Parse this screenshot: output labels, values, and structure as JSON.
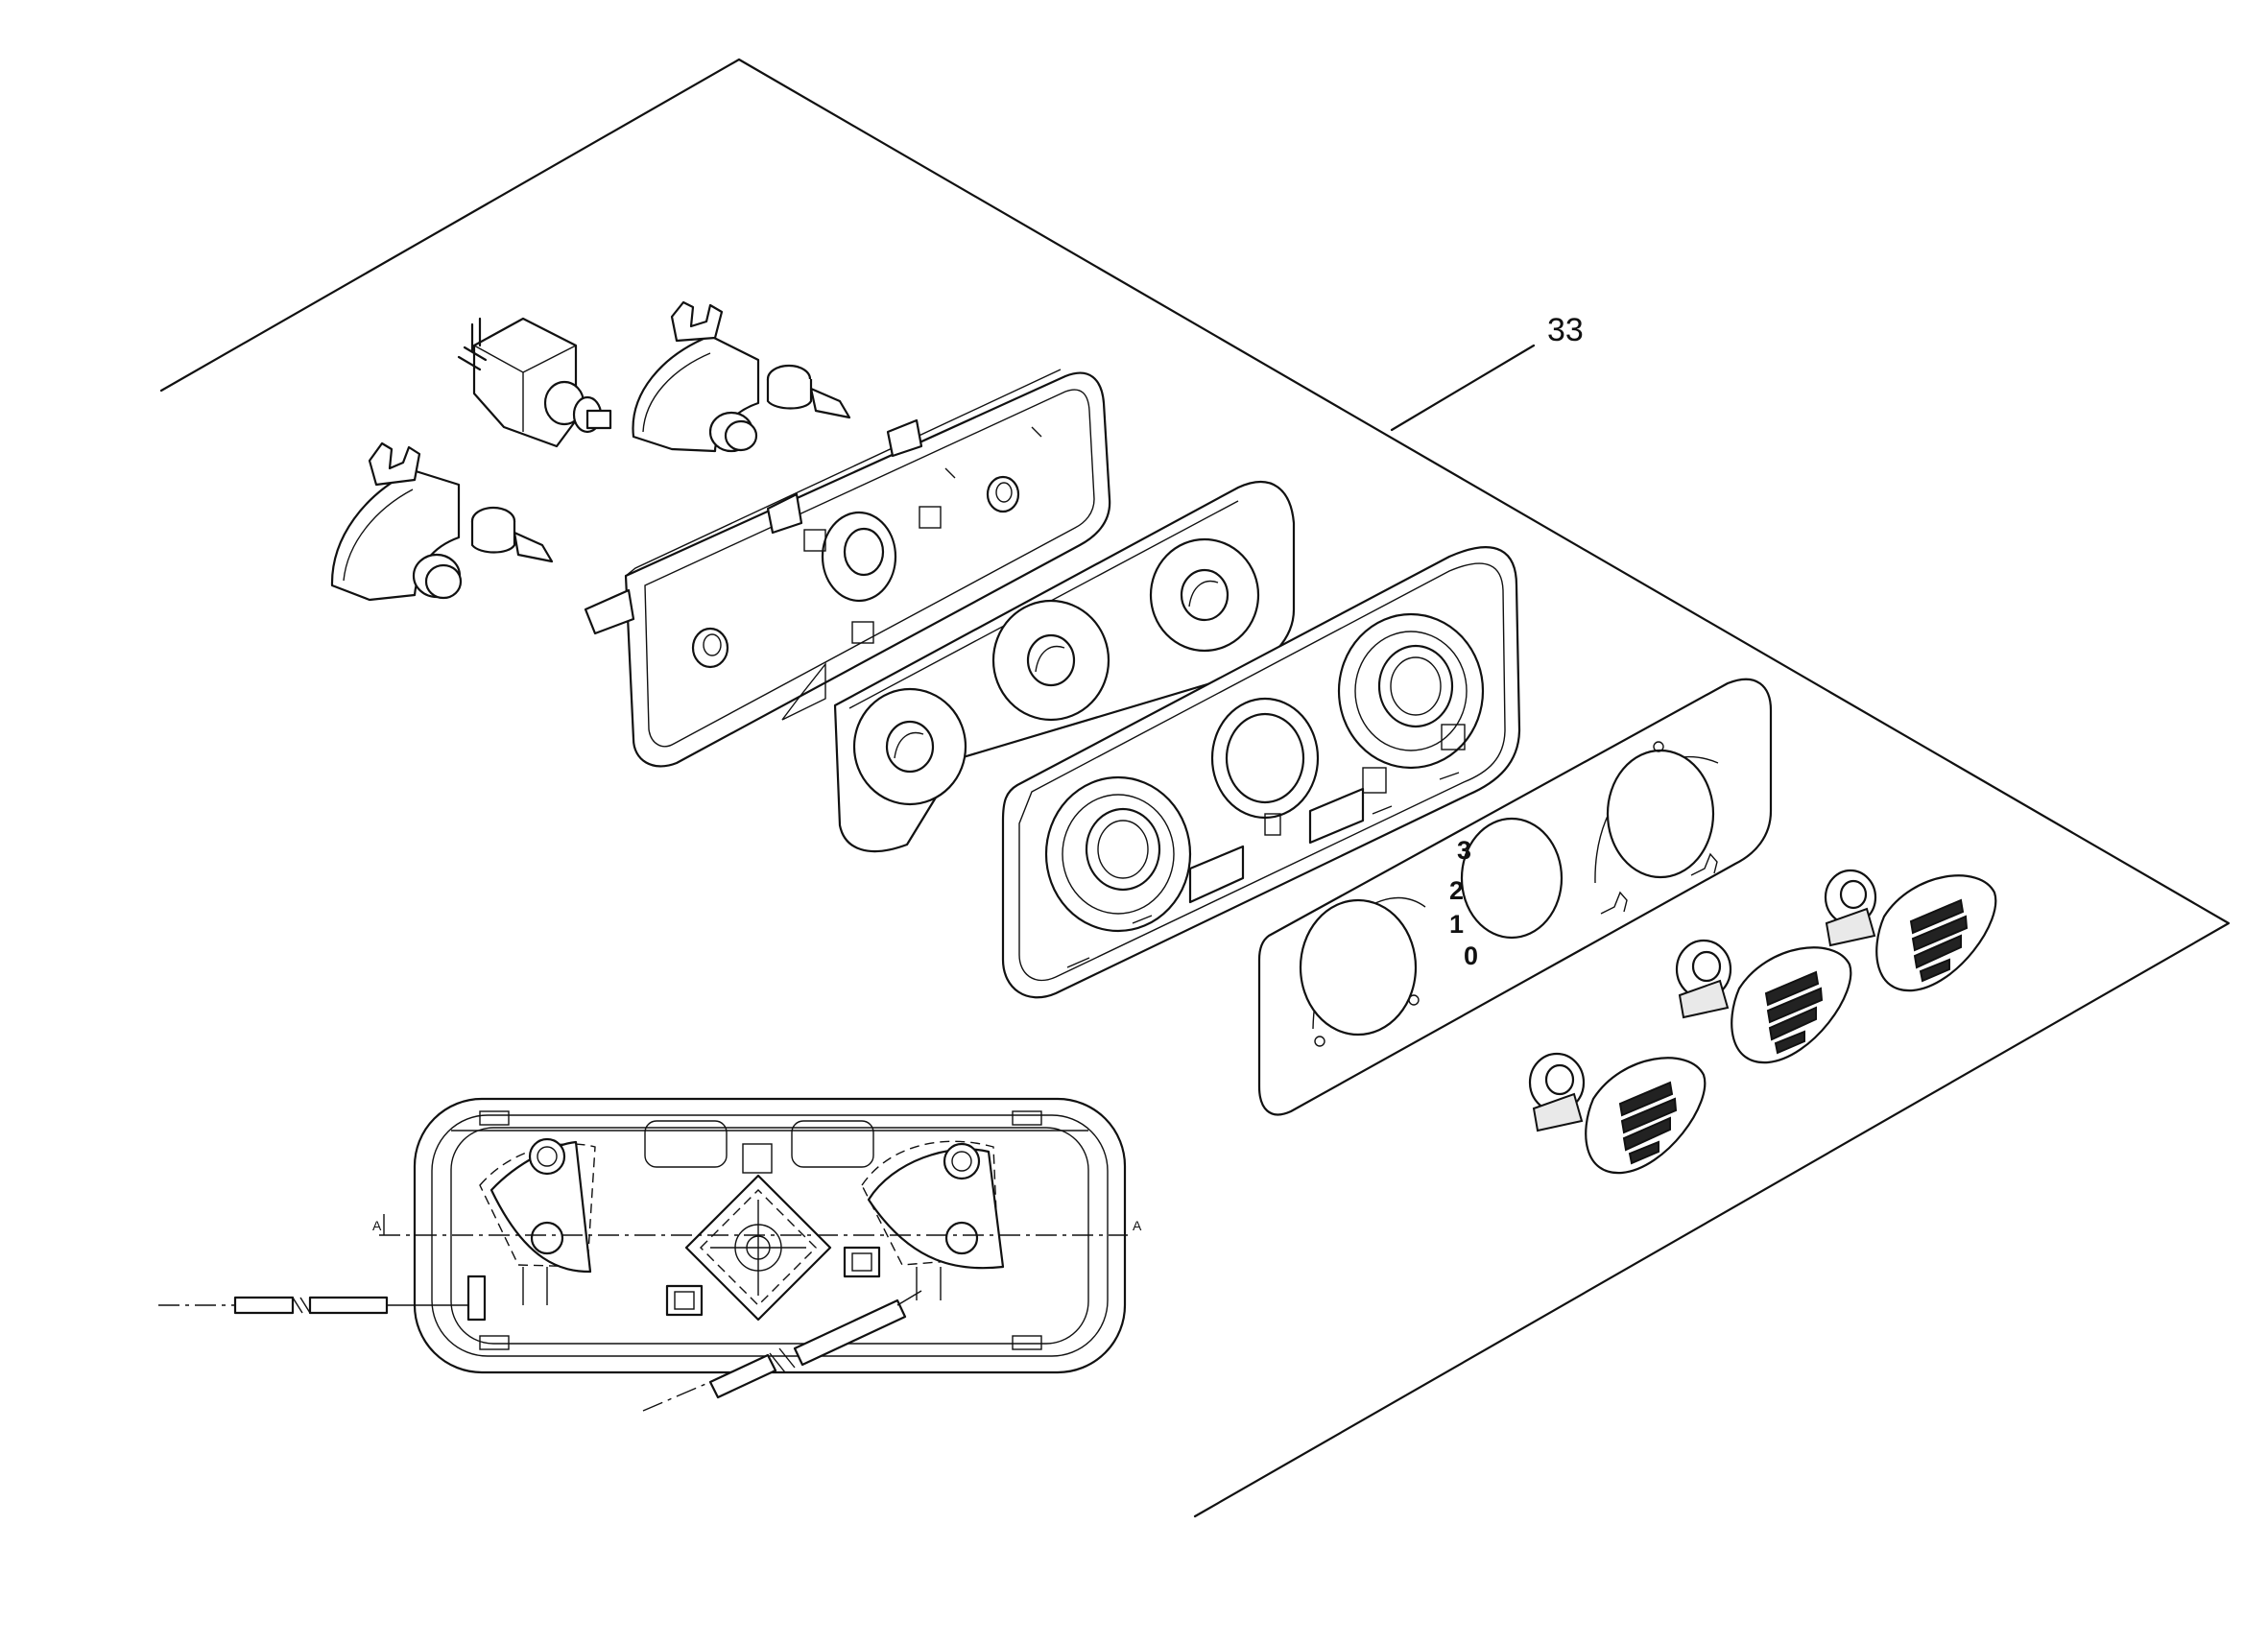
{
  "diagram": {
    "callout": "33",
    "scale_marks": [
      "3",
      "2",
      "1",
      "0"
    ],
    "section_marks": [
      "A",
      "A"
    ]
  }
}
